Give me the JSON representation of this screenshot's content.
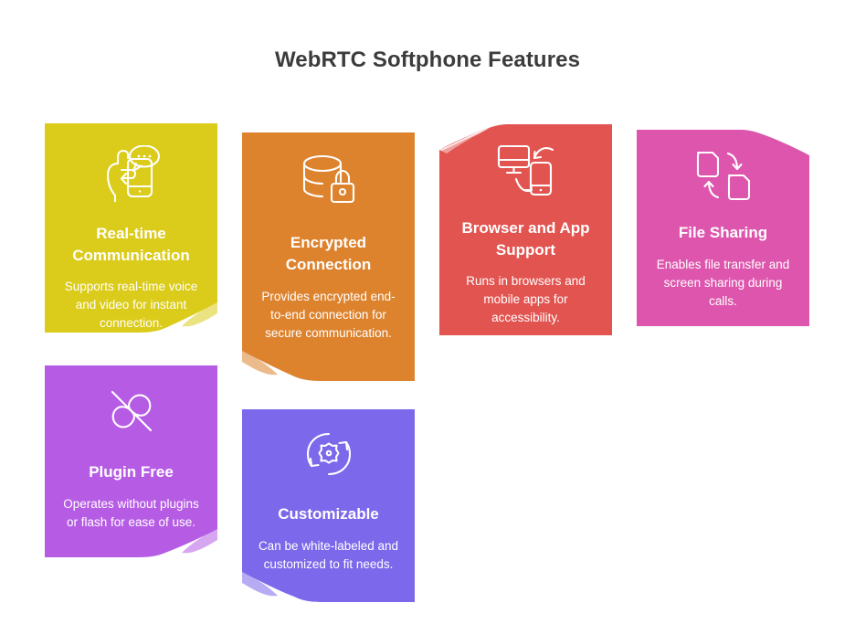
{
  "header": {
    "title": "WebRTC Softphone Features"
  },
  "colors": {
    "title_text": "#3c3c3c",
    "page_background": "#ffffff",
    "card_text": "#ffffff"
  },
  "cards": [
    {
      "id": "real-time-communication",
      "title": "Real-time Communication",
      "description": "Supports real-time voice and video for instant connection.",
      "color": "#DBCB1A",
      "icon": "hand-phone-chat-icon",
      "fold": "bottom-right"
    },
    {
      "id": "encrypted-connection",
      "title": "Encrypted Connection",
      "description": "Provides encrypted end-to-end connection for secure communication.",
      "color": "#DD832E",
      "icon": "database-lock-icon",
      "fold": "bottom-left"
    },
    {
      "id": "browser-and-app-support",
      "title": "Browser and App Support",
      "description": "Runs in browsers and mobile apps for accessibility.",
      "color": "#E25450",
      "icon": "monitor-mobile-sync-icon",
      "fold": "top-left"
    },
    {
      "id": "file-sharing",
      "title": "File Sharing",
      "description": "Enables file transfer and screen sharing during calls.",
      "color": "#DD55AC",
      "icon": "file-transfer-icon",
      "fold": "top-right"
    },
    {
      "id": "plugin-free",
      "title": "Plugin Free",
      "description": "Operates without plugins or flash for ease of use.",
      "color": "#B65CE4",
      "icon": "plugin-disabled-icon",
      "fold": "bottom-right"
    },
    {
      "id": "customizable",
      "title": "Customizable",
      "description": "Can be white-labeled and customized to fit needs.",
      "color": "#7C68EA",
      "icon": "gear-refresh-icon",
      "fold": "bottom-left"
    }
  ]
}
